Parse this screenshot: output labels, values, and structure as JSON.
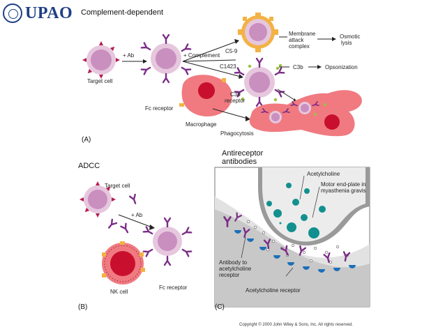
{
  "brand": {
    "logo_text": "UPAO"
  },
  "panel_a": {
    "title": "Complement-dependent",
    "target_cell": "Target cell",
    "ab": "+ Ab",
    "complement": "+ Complement",
    "c5_9": "C5-9",
    "c1423": "C1423",
    "membrane_attack_complex": [
      "Membrane",
      "attack",
      "complex"
    ],
    "osmotic_lysis": [
      "Osmotic",
      "lysis"
    ],
    "c3b": "C3b",
    "opsonization": "Opsonization",
    "c3b_receptor": [
      "C3b",
      "receptor"
    ],
    "fc_receptor": "Fc receptor",
    "macrophage": "Macrophage",
    "phagocytosis": "Phagocytosis",
    "letter": "(A)"
  },
  "panel_b": {
    "title": "ADCC",
    "target_cell": "Target cell",
    "ab": "+ Ab",
    "nk_cell": "NK cell",
    "fc_receptor": "Fc receptor",
    "letter": "(B)"
  },
  "panel_c": {
    "title": [
      "Antireceptor",
      "antibodies"
    ],
    "acetylcholine": "Acetylcholine",
    "motor_end_plate": [
      "Motor end-plate in",
      "myasthenia gravis"
    ],
    "antibody_to_receptor": [
      "Antibody to",
      "acetylcholine",
      "receptor"
    ],
    "acetylcholine_receptor": "Acetylcholine receptor",
    "letter": "(C)"
  },
  "copyright": "Copyright © 2000 John Wiley & Sons, Inc.  All rights reserved.",
  "colors": {
    "target_cell": "#c98fbf",
    "target_ring": "#e6c7de",
    "antigen": "#b51f4f",
    "antibody": "#7b2d86",
    "macrophage": "#f07a80",
    "nucleus": "#c8102e",
    "complement_orange": "#f3b244",
    "vesicle": "#12908f",
    "receptor_blue": "#1d6fb8"
  }
}
